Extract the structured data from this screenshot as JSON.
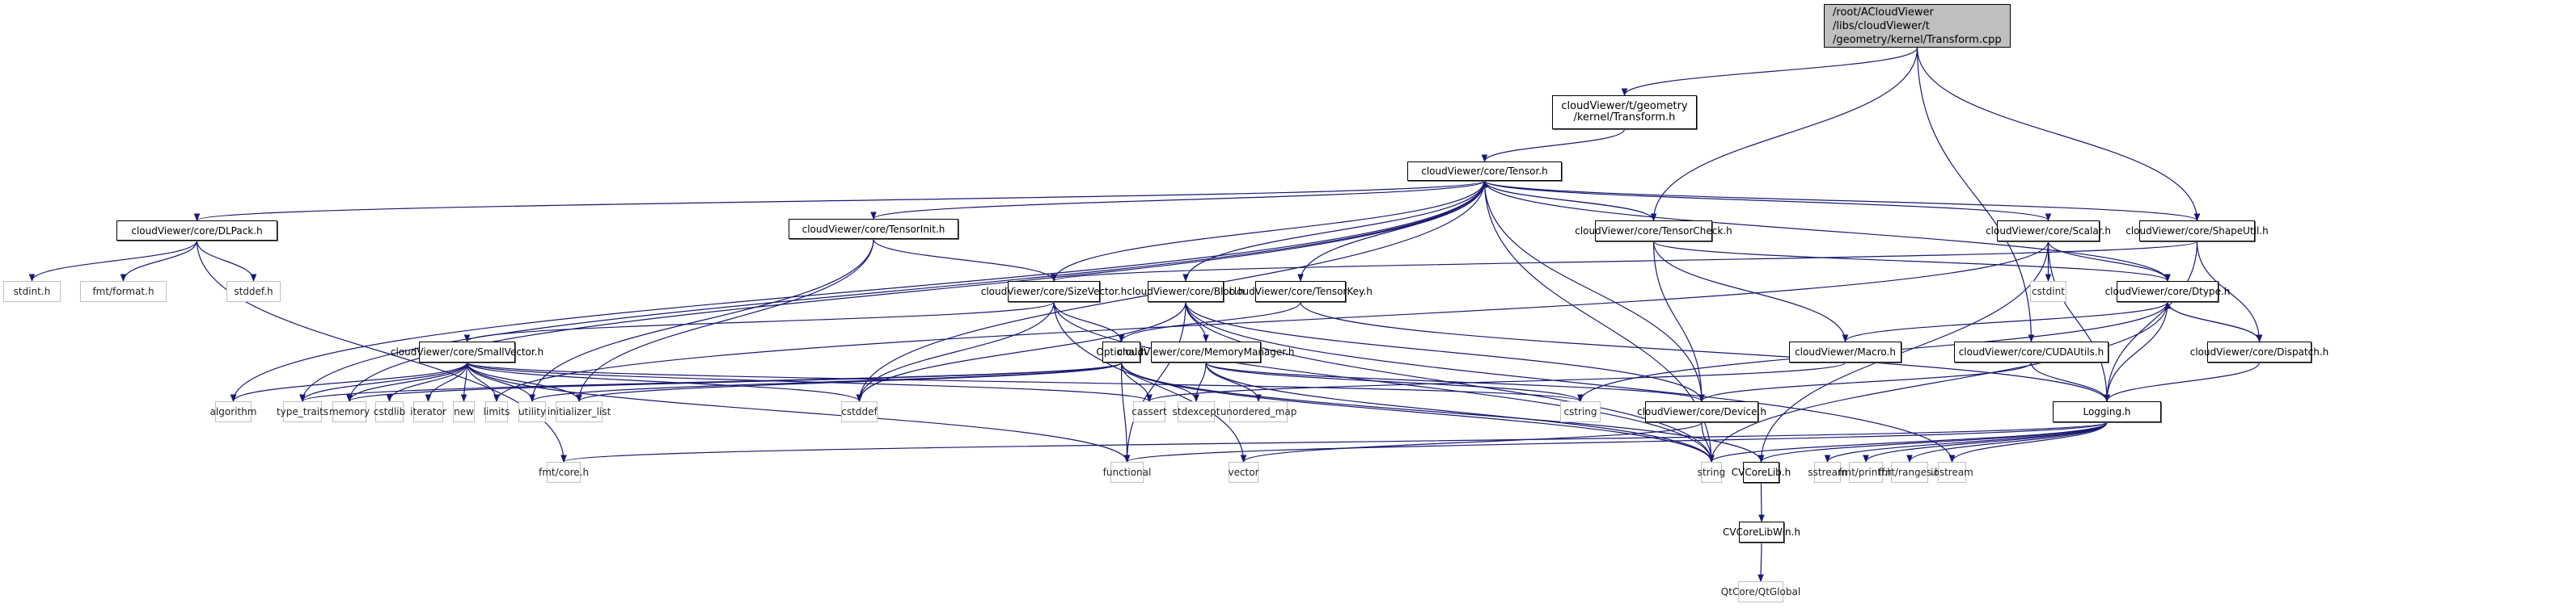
{
  "graph": {
    "title": "Include dependency graph for Transform.cpp",
    "edge_color": "#191970",
    "root": "/root/ACloudViewer\n/libs/cloudViewer/t\n/geometry/kernel/Transform.cpp",
    "nodes": {
      "root": {
        "label": "/root/ACloudViewer\n/libs/cloudViewer/t\n/geometry/kernel/Transform.cpp",
        "kind": "root"
      },
      "transform_h": {
        "label": "cloudViewer/t/geometry\n/kernel/Transform.h",
        "kind": "internal"
      },
      "tensor_h": {
        "label": "cloudViewer/core/Tensor.h",
        "kind": "internal"
      },
      "dlpack_h": {
        "label": "cloudViewer/core/DLPack.h",
        "kind": "internal"
      },
      "tensorinit_h": {
        "label": "cloudViewer/core/TensorInit.h",
        "kind": "internal"
      },
      "tensorcheck_h": {
        "label": "cloudViewer/core/TensorCheck.h",
        "kind": "internal"
      },
      "scalar_h": {
        "label": "cloudViewer/core/Scalar.h",
        "kind": "internal"
      },
      "shapeutil_h": {
        "label": "cloudViewer/core/ShapeUtil.h",
        "kind": "internal"
      },
      "sizevector_h": {
        "label": "cloudViewer/core/SizeVector.h",
        "kind": "internal"
      },
      "blob_h": {
        "label": "cloudViewer/core/Blob.h",
        "kind": "internal"
      },
      "tensorkey_h": {
        "label": "cloudViewer/core/TensorKey.h",
        "kind": "internal"
      },
      "dtype_h": {
        "label": "cloudViewer/core/Dtype.h",
        "kind": "internal"
      },
      "smallvector_h": {
        "label": "cloudViewer/core/SmallVector.h",
        "kind": "internal"
      },
      "optional_h": {
        "label": "Optional.h",
        "kind": "internal"
      },
      "memorymanager_h": {
        "label": "cloudViewer/core/MemoryManager.h",
        "kind": "internal"
      },
      "macro_h": {
        "label": "cloudViewer/Macro.h",
        "kind": "internal"
      },
      "cudautils_h": {
        "label": "cloudViewer/core/CUDAUtils.h",
        "kind": "internal"
      },
      "dispatch_h": {
        "label": "cloudViewer/core/Dispatch.h",
        "kind": "internal"
      },
      "device_h": {
        "label": "cloudViewer/core/Device.h",
        "kind": "internal"
      },
      "logging_h": {
        "label": "Logging.h",
        "kind": "internal"
      },
      "cvcorelib_h": {
        "label": "CVCoreLib.h",
        "kind": "internal"
      },
      "cvcorelibwin_h": {
        "label": "CVCoreLibWin.h",
        "kind": "internal"
      },
      "stdint_h": {
        "label": "stdint.h",
        "kind": "external"
      },
      "fmt_format_h": {
        "label": "fmt/format.h",
        "kind": "external"
      },
      "stddef_h": {
        "label": "stddef.h",
        "kind": "external"
      },
      "cstdint": {
        "label": "cstdint",
        "kind": "external"
      },
      "algorithm": {
        "label": "algorithm",
        "kind": "external"
      },
      "type_traits": {
        "label": "type_traits",
        "kind": "external"
      },
      "memory": {
        "label": "memory",
        "kind": "external"
      },
      "cstdlib": {
        "label": "cstdlib",
        "kind": "external"
      },
      "iterator": {
        "label": "iterator",
        "kind": "external"
      },
      "new": {
        "label": "new",
        "kind": "external"
      },
      "limits": {
        "label": "limits",
        "kind": "external"
      },
      "utility": {
        "label": "utility",
        "kind": "external"
      },
      "initializer_list": {
        "label": "initializer_list",
        "kind": "external"
      },
      "cstddef": {
        "label": "cstddef",
        "kind": "external"
      },
      "cassert": {
        "label": "cassert",
        "kind": "external"
      },
      "stdexcept": {
        "label": "stdexcept",
        "kind": "external"
      },
      "unordered_map": {
        "label": "unordered_map",
        "kind": "external"
      },
      "cstring": {
        "label": "cstring",
        "kind": "external"
      },
      "fmt_core_h": {
        "label": "fmt/core.h",
        "kind": "external"
      },
      "functional": {
        "label": "functional",
        "kind": "external"
      },
      "vector": {
        "label": "vector",
        "kind": "external"
      },
      "string": {
        "label": "string",
        "kind": "external"
      },
      "sstream": {
        "label": "sstream",
        "kind": "external"
      },
      "fmt_printf_h": {
        "label": "fmt/printf.h",
        "kind": "external"
      },
      "fmt_ranges_h": {
        "label": "fmt/ranges.h",
        "kind": "external"
      },
      "iostream": {
        "label": "iostream",
        "kind": "external"
      },
      "qtglobal": {
        "label": "QtCore/QtGlobal",
        "kind": "external"
      }
    },
    "edges": [
      [
        "root",
        "transform_h"
      ],
      [
        "root",
        "tensorcheck_h"
      ],
      [
        "root",
        "cudautils_h"
      ],
      [
        "root",
        "shapeutil_h"
      ],
      [
        "transform_h",
        "tensor_h"
      ],
      [
        "tensor_h",
        "dlpack_h"
      ],
      [
        "tensor_h",
        "tensorinit_h"
      ],
      [
        "tensor_h",
        "sizevector_h"
      ],
      [
        "tensor_h",
        "blob_h"
      ],
      [
        "tensor_h",
        "tensorkey_h"
      ],
      [
        "tensor_h",
        "tensorcheck_h"
      ],
      [
        "tensor_h",
        "scalar_h"
      ],
      [
        "tensor_h",
        "shapeutil_h"
      ],
      [
        "tensor_h",
        "dtype_h"
      ],
      [
        "tensor_h",
        "device_h"
      ],
      [
        "tensor_h",
        "algorithm"
      ],
      [
        "tensor_h",
        "type_traits"
      ],
      [
        "tensor_h",
        "memory"
      ],
      [
        "tensor_h",
        "cstddef"
      ],
      [
        "tensor_h",
        "string"
      ],
      [
        "tensorcheck_h",
        "tensor_h"
      ],
      [
        "tensorcheck_h",
        "macro_h"
      ],
      [
        "tensorcheck_h",
        "device_h"
      ],
      [
        "tensorcheck_h",
        "dtype_h"
      ],
      [
        "dlpack_h",
        "stdint_h"
      ],
      [
        "dlpack_h",
        "fmt_format_h"
      ],
      [
        "dlpack_h",
        "stddef_h"
      ],
      [
        "dlpack_h",
        "fmt_core_h"
      ],
      [
        "tensorinit_h",
        "sizevector_h"
      ],
      [
        "tensorinit_h",
        "utility"
      ],
      [
        "tensorinit_h",
        "initializer_list"
      ],
      [
        "scalar_h",
        "cstdint"
      ],
      [
        "scalar_h",
        "dtype_h"
      ],
      [
        "scalar_h",
        "logging_h"
      ],
      [
        "scalar_h",
        "limits"
      ],
      [
        "scalar_h",
        "cvcorelib_h"
      ],
      [
        "shapeutil_h",
        "sizevector_h"
      ],
      [
        "shapeutil_h",
        "dispatch_h"
      ],
      [
        "shapeutil_h",
        "logging_h"
      ],
      [
        "sizevector_h",
        "smallvector_h"
      ],
      [
        "sizevector_h",
        "optional_h"
      ],
      [
        "sizevector_h",
        "cstddef"
      ],
      [
        "sizevector_h",
        "vector"
      ],
      [
        "sizevector_h",
        "string"
      ],
      [
        "blob_h",
        "memorymanager_h"
      ],
      [
        "blob_h",
        "device_h"
      ],
      [
        "blob_h",
        "functional"
      ],
      [
        "blob_h",
        "cstddef"
      ],
      [
        "blob_h",
        "string"
      ],
      [
        "blob_h",
        "iostream"
      ],
      [
        "tensorkey_h",
        "optional_h"
      ],
      [
        "tensorkey_h",
        "logging_h"
      ],
      [
        "dtype_h",
        "macro_h"
      ],
      [
        "dtype_h",
        "dispatch_h"
      ],
      [
        "dtype_h",
        "logging_h"
      ],
      [
        "dtype_h",
        "string"
      ],
      [
        "dtype_h",
        "cstring"
      ],
      [
        "dispatch_h",
        "dtype_h"
      ],
      [
        "dispatch_h",
        "logging_h"
      ],
      [
        "smallvector_h",
        "algorithm"
      ],
      [
        "smallvector_h",
        "type_traits"
      ],
      [
        "smallvector_h",
        "memory"
      ],
      [
        "smallvector_h",
        "cstdlib"
      ],
      [
        "smallvector_h",
        "iterator"
      ],
      [
        "smallvector_h",
        "new"
      ],
      [
        "smallvector_h",
        "limits"
      ],
      [
        "smallvector_h",
        "utility"
      ],
      [
        "smallvector_h",
        "initializer_list"
      ],
      [
        "smallvector_h",
        "cstddef"
      ],
      [
        "smallvector_h",
        "cassert"
      ],
      [
        "smallvector_h",
        "cstring"
      ],
      [
        "smallvector_h",
        "functional"
      ],
      [
        "optional_h",
        "type_traits"
      ],
      [
        "optional_h",
        "memory"
      ],
      [
        "optional_h",
        "utility"
      ],
      [
        "optional_h",
        "initializer_list"
      ],
      [
        "optional_h",
        "cassert"
      ],
      [
        "optional_h",
        "stdexcept"
      ],
      [
        "optional_h",
        "functional"
      ],
      [
        "optional_h",
        "string"
      ],
      [
        "optional_h",
        "cvcorelib_h"
      ],
      [
        "memorymanager_h",
        "stdexcept"
      ],
      [
        "memorymanager_h",
        "unordered_map"
      ],
      [
        "memorymanager_h",
        "cstring"
      ],
      [
        "memorymanager_h",
        "device_h"
      ],
      [
        "memorymanager_h",
        "string"
      ],
      [
        "macro_h",
        "cassert"
      ],
      [
        "cudautils_h",
        "device_h"
      ],
      [
        "cudautils_h",
        "logging_h"
      ],
      [
        "device_h",
        "string"
      ],
      [
        "device_h",
        "vector"
      ],
      [
        "logging_h",
        "fmt_core_h"
      ],
      [
        "logging_h",
        "functional"
      ],
      [
        "logging_h",
        "string"
      ],
      [
        "logging_h",
        "cvcorelib_h"
      ],
      [
        "logging_h",
        "sstream"
      ],
      [
        "logging_h",
        "fmt_printf_h"
      ],
      [
        "logging_h",
        "fmt_ranges_h"
      ],
      [
        "logging_h",
        "iostream"
      ],
      [
        "cvcorelib_h",
        "cvcorelibwin_h"
      ],
      [
        "cvcorelibwin_h",
        "qtglobal"
      ]
    ]
  }
}
